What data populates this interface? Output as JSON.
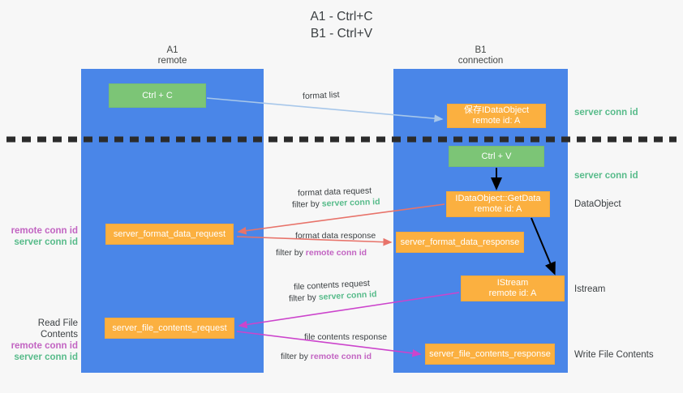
{
  "title": {
    "line1": "A1 - Ctrl+C",
    "line2": "B1 - Ctrl+V"
  },
  "lanes": [
    {
      "name": "A1",
      "role": "remote"
    },
    {
      "name": "B1",
      "role": "connection"
    }
  ],
  "colors": {
    "lane": "#4a86e8",
    "green_node": "#7cc576",
    "orange_node": "#fbb040",
    "server_conn_id": "#57bb8a",
    "remote_conn_id": "#c264c2",
    "arrow_format_list": "#a7c7ea",
    "arrow_format_data": "#e8736a",
    "arrow_file_contents": "#cc44cc",
    "arrow_internal": "#000000",
    "background": "#f7f7f7"
  },
  "nodes": [
    {
      "id": "ctrl-c",
      "label": "Ctrl + C",
      "sub": "",
      "style": "green",
      "lane": "A1"
    },
    {
      "id": "idataobject",
      "label": "保存IDataObject",
      "sub": "remote id: A",
      "style": "orange",
      "lane": "B1"
    },
    {
      "id": "ctrl-v",
      "label": "Ctrl + V",
      "sub": "",
      "style": "green",
      "lane": "B1"
    },
    {
      "id": "getdata",
      "label": "IDataObject::GetData",
      "sub": "remote id: A",
      "style": "orange",
      "lane": "B1"
    },
    {
      "id": "server-format-data-request",
      "label": "server_format_data_request",
      "sub": "",
      "style": "orange",
      "lane": "A1"
    },
    {
      "id": "server-format-data-response",
      "label": "server_format_data_response",
      "sub": "",
      "style": "orange",
      "lane": "B1"
    },
    {
      "id": "istream",
      "label": "IStream",
      "sub": "remote id: A",
      "style": "orange",
      "lane": "B1"
    },
    {
      "id": "server-file-contents-request",
      "label": "server_file_contents_request",
      "sub": "",
      "style": "orange",
      "lane": "A1"
    },
    {
      "id": "server-file-contents-response",
      "label": "server_file_contents_response",
      "sub": "",
      "style": "orange",
      "lane": "B1"
    }
  ],
  "edge_labels": {
    "format_list": "format list",
    "format_data_request": "format data request",
    "format_data_request_filter_prefix": "filter by ",
    "format_data_request_filter_value": "server conn id",
    "format_data_response": "format data response",
    "format_data_response_filter_prefix": "filter by ",
    "format_data_response_filter_value": "remote conn id",
    "file_contents_request": "file contents request",
    "file_contents_request_filter_prefix": "filter by ",
    "file_contents_request_filter_value": "server conn id",
    "file_contents_response": "file contents response",
    "file_contents_response_filter_prefix": "filter by ",
    "file_contents_response_filter_value": "remote conn id"
  },
  "right_labels": {
    "server_conn_id_1": "server conn id",
    "server_conn_id_2": "server conn id",
    "dataobject": "DataObject",
    "istream": "Istream",
    "write_file_contents": "Write File Contents"
  },
  "left_labels": {
    "top_remote": "remote conn id",
    "top_server": "server conn id",
    "read_file_contents": "Read File Contents",
    "bottom_remote": "remote conn id",
    "bottom_server": "server conn id"
  }
}
